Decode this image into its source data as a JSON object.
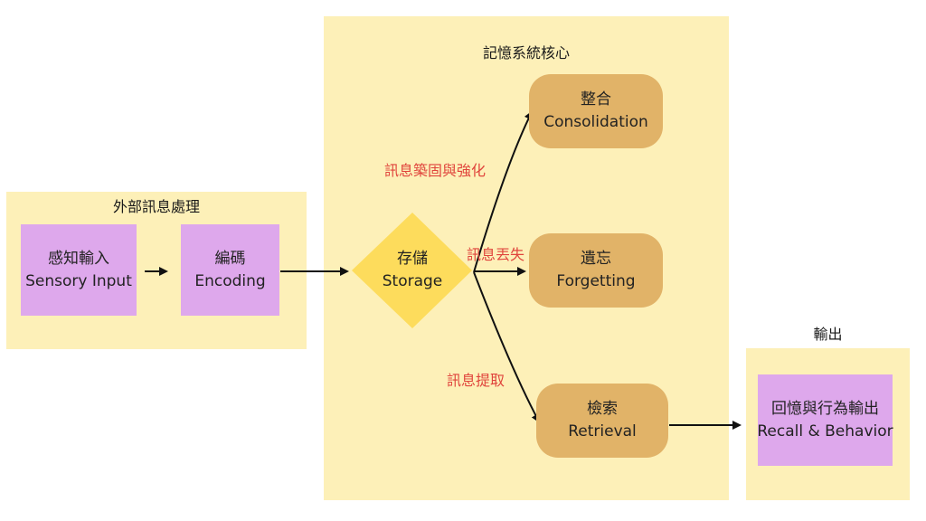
{
  "external": {
    "title": "外部訊息處理",
    "sensory": {
      "zh": "感知輸入",
      "en": "Sensory Input"
    },
    "encoding": {
      "zh": "編碼",
      "en": "Encoding"
    }
  },
  "core": {
    "title": "記憶系統核心",
    "storage": {
      "zh": "存儲",
      "en": "Storage"
    },
    "consolidation": {
      "zh": "整合",
      "en": "Consolidation"
    },
    "forgetting": {
      "zh": "遺忘",
      "en": "Forgetting"
    },
    "retrieval": {
      "zh": "檢索",
      "en": "Retrieval"
    }
  },
  "edges": {
    "to_consolidation": "訊息築固與強化",
    "to_forgetting": "訊息丟失",
    "to_retrieval": "訊息提取"
  },
  "output": {
    "title": "輸出",
    "recall": {
      "zh": "回憶與行為輸出",
      "en": "Recall & Behavior"
    }
  },
  "colors": {
    "group_bg": "#fdf0b8",
    "process_box": "#dea8ec",
    "core_node": "#e1b368",
    "storage_diamond": "#fddc5c",
    "edge_label": "#e0443c",
    "arrow": "#111111"
  }
}
